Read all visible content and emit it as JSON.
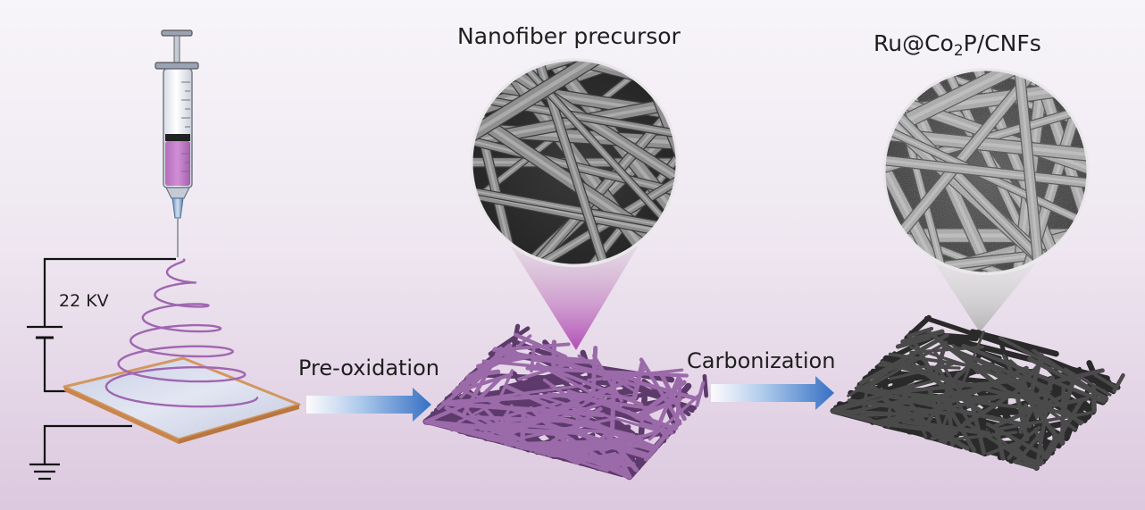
{
  "electrospinning": {
    "voltage_label": "22 KV"
  },
  "stages": {
    "precursor": {
      "title": "Nanofiber precursor"
    },
    "final": {
      "title_main": "Ru@Co",
      "title_sub": "2",
      "title_rest": "P/CNFs"
    }
  },
  "steps": {
    "preoxidation": {
      "label": "Pre-oxidation"
    },
    "carbonization": {
      "label": "Carbonization"
    }
  },
  "colors": {
    "precursor_fiber": "#9b6aa9",
    "carbon_fiber": "#4a4a4a",
    "solution": "#c27bc8",
    "arrow": "#3f7fd0",
    "substrate_edge": "#d39760"
  }
}
